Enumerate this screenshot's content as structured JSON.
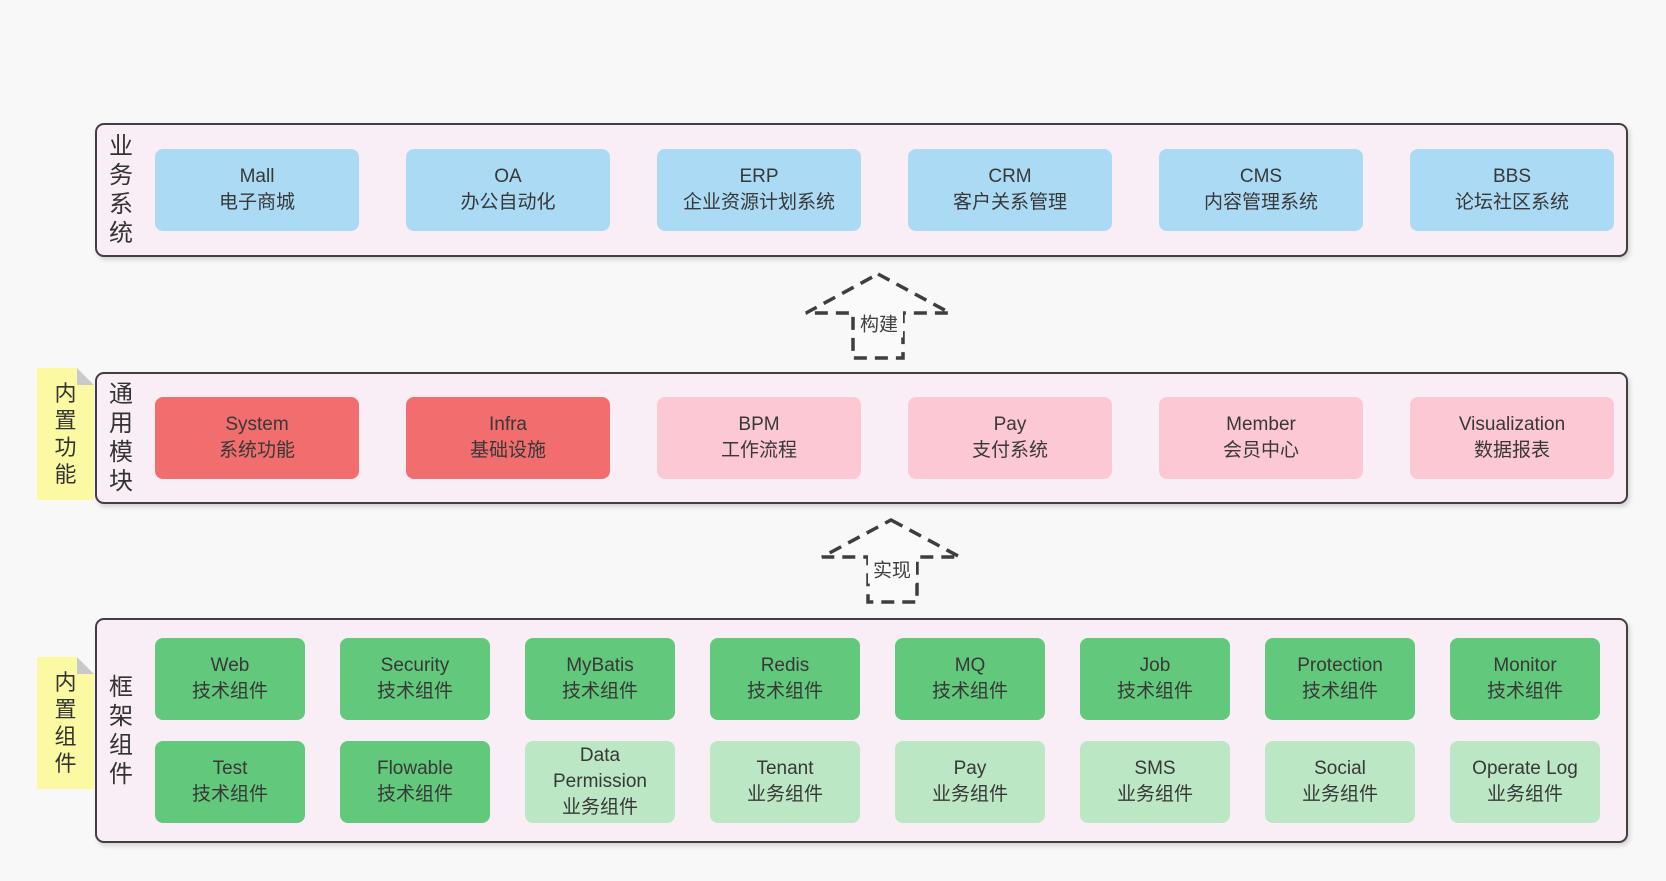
{
  "colors": {
    "page_bg": "#f8f8f8",
    "container_bg": "#f9edf6",
    "container_border": "#433e43",
    "blue": "#abdaf4",
    "red": "#f26d6d",
    "pink": "#fcc8d3",
    "green_dark": "#62c87c",
    "green_light": "#bbe7c4",
    "sticky_yellow": "#fcf9a3",
    "sticky_fold": "#c9c9c9",
    "arrow_stroke": "#3e3e3e"
  },
  "arrows": [
    {
      "label": "构建"
    },
    {
      "label": "实现"
    }
  ],
  "layers": [
    {
      "label": "业务系统",
      "sticky": null,
      "rows": [
        [
          {
            "title": "Mall",
            "subtitle": "电子商城",
            "variant": "blue"
          },
          {
            "title": "OA",
            "subtitle": "办公自动化",
            "variant": "blue"
          },
          {
            "title": "ERP",
            "subtitle": "企业资源计划系统",
            "variant": "blue"
          },
          {
            "title": "CRM",
            "subtitle": "客户关系管理",
            "variant": "blue"
          },
          {
            "title": "CMS",
            "subtitle": "内容管理系统",
            "variant": "blue"
          },
          {
            "title": "BBS",
            "subtitle": "论坛社区系统",
            "variant": "blue"
          }
        ]
      ]
    },
    {
      "label": "通用模块",
      "sticky": "内置功能",
      "rows": [
        [
          {
            "title": "System",
            "subtitle": "系统功能",
            "variant": "red"
          },
          {
            "title": "Infra",
            "subtitle": "基础设施",
            "variant": "red"
          },
          {
            "title": "BPM",
            "subtitle": "工作流程",
            "variant": "pink"
          },
          {
            "title": "Pay",
            "subtitle": "支付系统",
            "variant": "pink"
          },
          {
            "title": "Member",
            "subtitle": "会员中心",
            "variant": "pink"
          },
          {
            "title": "Visualization",
            "subtitle": "数据报表",
            "variant": "pink"
          }
        ]
      ]
    },
    {
      "label": "框架组件",
      "sticky": "内置组件",
      "rows": [
        [
          {
            "title": "Web",
            "subtitle": "技术组件",
            "variant": "green"
          },
          {
            "title": "Security",
            "subtitle": "技术组件",
            "variant": "green"
          },
          {
            "title": "MyBatis",
            "subtitle": "技术组件",
            "variant": "green"
          },
          {
            "title": "Redis",
            "subtitle": "技术组件",
            "variant": "green"
          },
          {
            "title": "MQ",
            "subtitle": "技术组件",
            "variant": "green"
          },
          {
            "title": "Job",
            "subtitle": "技术组件",
            "variant": "green"
          },
          {
            "title": "Protection",
            "subtitle": "技术组件",
            "variant": "green"
          },
          {
            "title": "Monitor",
            "subtitle": "技术组件",
            "variant": "green"
          }
        ],
        [
          {
            "title": "Test",
            "subtitle": "技术组件",
            "variant": "green"
          },
          {
            "title": "Flowable",
            "subtitle": "技术组件",
            "variant": "green"
          },
          {
            "title": "Data Permission",
            "subtitle": "业务组件",
            "variant": "lightgreen"
          },
          {
            "title": "Tenant",
            "subtitle": "业务组件",
            "variant": "lightgreen"
          },
          {
            "title": "Pay",
            "subtitle": "业务组件",
            "variant": "lightgreen"
          },
          {
            "title": "SMS",
            "subtitle": "业务组件",
            "variant": "lightgreen"
          },
          {
            "title": "Social",
            "subtitle": "业务组件",
            "variant": "lightgreen"
          },
          {
            "title": "Operate Log",
            "subtitle": "业务组件",
            "variant": "lightgreen"
          }
        ]
      ]
    }
  ]
}
